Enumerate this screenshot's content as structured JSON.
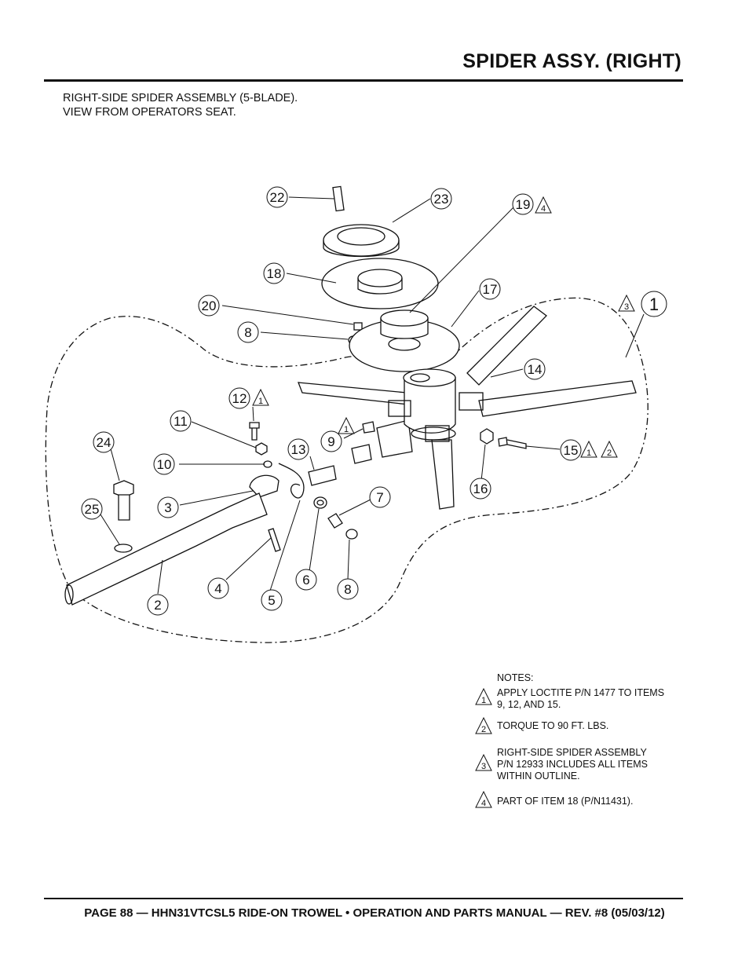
{
  "header": {
    "title": "SPIDER ASSY. (RIGHT)"
  },
  "subtitle": {
    "line1": "RIGHT-SIDE SPIDER ASSEMBLY (5-BLADE).",
    "line2": "VIEW FROM OPERATORS SEAT."
  },
  "callouts": [
    {
      "number": "1",
      "flags": [
        "3"
      ]
    },
    {
      "number": "2",
      "flags": []
    },
    {
      "number": "3",
      "flags": []
    },
    {
      "number": "4",
      "flags": []
    },
    {
      "number": "5",
      "flags": []
    },
    {
      "number": "6",
      "flags": []
    },
    {
      "number": "7",
      "flags": []
    },
    {
      "number": "8",
      "flags": []
    },
    {
      "number": "8",
      "flags": []
    },
    {
      "number": "9",
      "flags": [
        "1"
      ]
    },
    {
      "number": "10",
      "flags": []
    },
    {
      "number": "11",
      "flags": []
    },
    {
      "number": "12",
      "flags": [
        "1"
      ]
    },
    {
      "number": "13",
      "flags": []
    },
    {
      "number": "14",
      "flags": []
    },
    {
      "number": "15",
      "flags": [
        "1",
        "2"
      ]
    },
    {
      "number": "16",
      "flags": []
    },
    {
      "number": "17",
      "flags": []
    },
    {
      "number": "18",
      "flags": []
    },
    {
      "number": "19",
      "flags": [
        "4"
      ]
    },
    {
      "number": "20",
      "flags": []
    },
    {
      "number": "22",
      "flags": []
    },
    {
      "number": "23",
      "flags": []
    },
    {
      "number": "24",
      "flags": []
    },
    {
      "number": "25",
      "flags": []
    }
  ],
  "notes": {
    "heading": "NOTES:",
    "items": [
      {
        "flag": "1",
        "lines": [
          "APPLY LOCTITE  P/N 1477 TO ITEMS",
          "9, 12, AND 15."
        ]
      },
      {
        "flag": "2",
        "lines": [
          "TORQUE TO 90 FT. LBS."
        ]
      },
      {
        "flag": "3",
        "lines": [
          "RIGHT-SIDE SPIDER ASSEMBLY",
          "P/N 12933 INCLUDES ALL ITEMS",
          "WITHIN OUTLINE."
        ]
      },
      {
        "flag": "4",
        "lines": [
          "PART OF ITEM 18 (P/N11431)."
        ]
      }
    ]
  },
  "footer": {
    "text": "PAGE 88 — HHN31VTCSL5 RIDE-ON TROWEL • OPERATION AND PARTS MANUAL — REV. #8 (05/03/12)"
  }
}
